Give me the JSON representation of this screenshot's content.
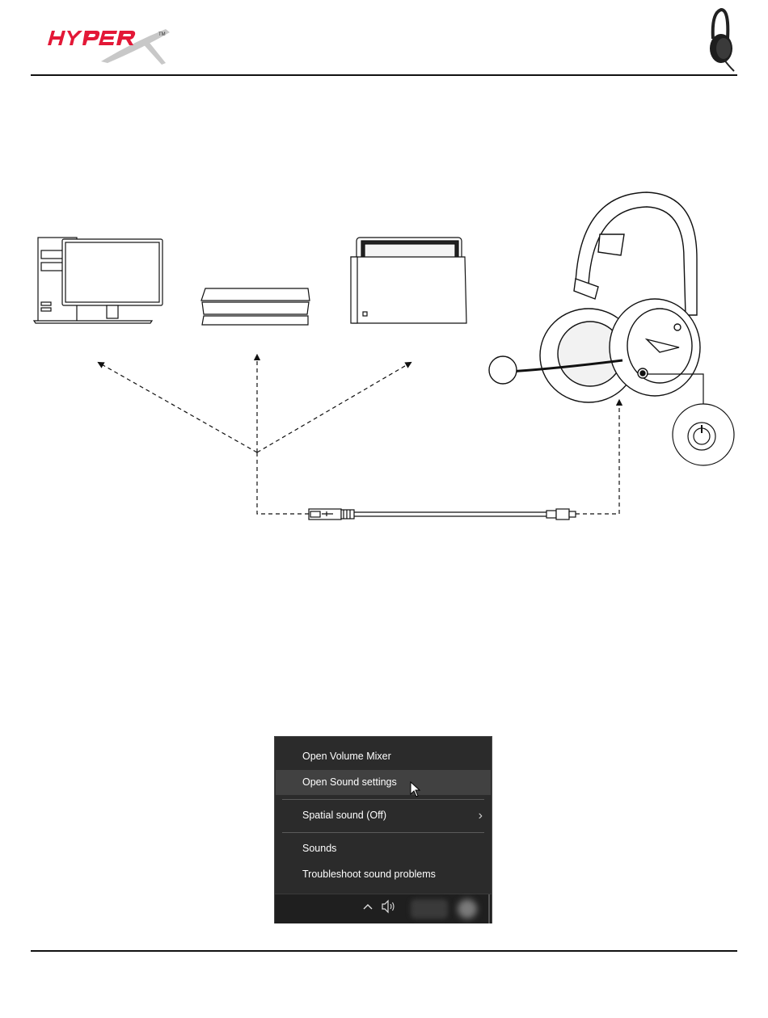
{
  "brand": {
    "logo_text": "HYPERX",
    "trademark": "TM",
    "accent_color": "#e31837",
    "swoosh_color": "#b8b8b8"
  },
  "illustration": {
    "devices": [
      "pc-icon",
      "playstation-icon",
      "switch-icon"
    ],
    "product": "headset-icon",
    "button_callout": "power-button-icon",
    "cable": "usb-cable-icon"
  },
  "context_menu": {
    "items": [
      {
        "label": "Open Volume Mixer"
      },
      {
        "label": "Open Sound settings"
      },
      {
        "label": "Spatial sound (Off)",
        "chevron": "›"
      },
      {
        "label": "Sounds"
      },
      {
        "label": "Troubleshoot sound problems"
      }
    ],
    "highlighted_index": 1,
    "background": "#2b2b2b",
    "hover_background": "#414141"
  },
  "taskbar": {
    "icons": [
      "chevron-up-icon",
      "speaker-icon"
    ]
  }
}
